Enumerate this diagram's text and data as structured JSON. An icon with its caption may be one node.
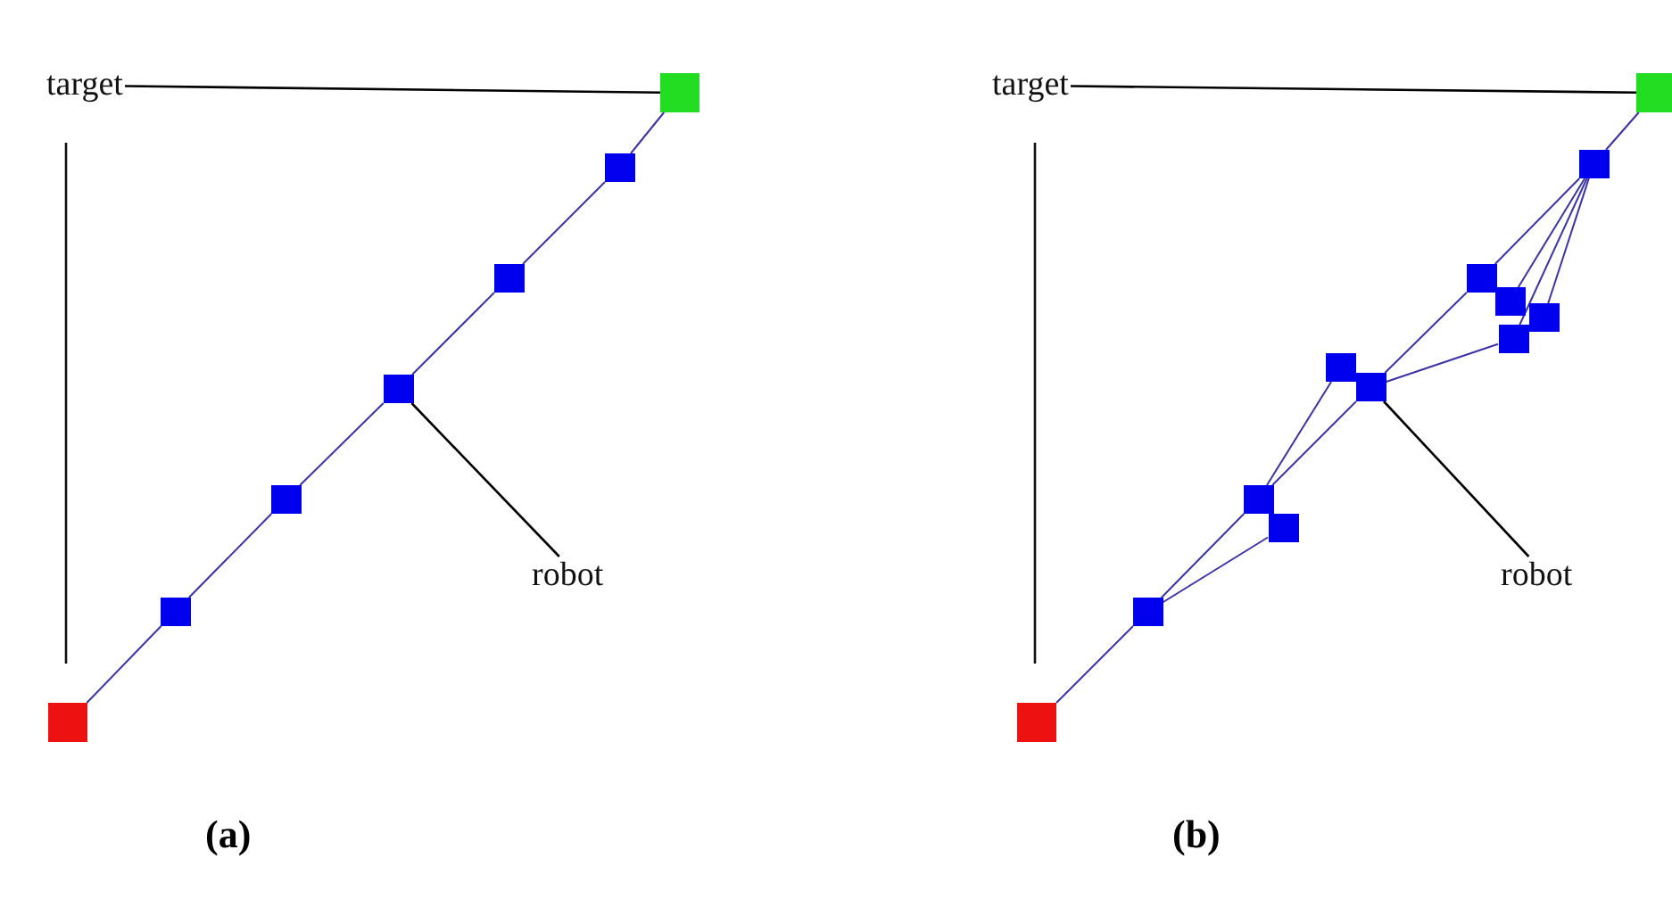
{
  "diagram": {
    "nodes": [
      {
        "text": [
          "target"
        ]
      },
      {
        "text": [
          "robot"
        ]
      },
      {
        "text": [],
        "shape": "box"
      },
      {
        "text": [],
        "shape": "box"
      },
      {
        "text": [],
        "shape": "box"
      },
      {
        "text": [],
        "shape": "box"
      },
      {
        "text": [],
        "shape": "box"
      },
      {
        "text": [],
        "shape": "box"
      },
      {
        "text": [],
        "shape": "box"
      },
      {
        "text": [
          "target"
        ]
      },
      {
        "text": [
          "robot"
        ]
      },
      {
        "text": [],
        "shape": "box"
      },
      {
        "text": [],
        "shape": "box"
      },
      {
        "text": [],
        "shape": "box"
      },
      {
        "text": [],
        "shape": "box"
      },
      {
        "text": [],
        "shape": "box"
      },
      {
        "text": [],
        "shape": "box"
      },
      {
        "text": [],
        "shape": "box"
      },
      {
        "text": [],
        "shape": "box"
      },
      {
        "text": [],
        "shape": "box"
      },
      {
        "text": [],
        "shape": "box"
      },
      {
        "text": [],
        "shape": "box"
      },
      {
        "text": [],
        "shape": "box"
      }
    ],
    "edges": [
      {
        "from": 0,
        "to": 2,
        "arrow": "none",
        "color": "#000000"
      },
      {
        "from": 1,
        "to": 5,
        "arrow": "none",
        "color": "#000000"
      },
      {
        "from": 2,
        "to": 3,
        "arrow": "none"
      },
      {
        "from": 3,
        "to": 4,
        "arrow": "none"
      },
      {
        "from": 4,
        "to": 5,
        "arrow": "none"
      },
      {
        "from": 5,
        "to": 6,
        "arrow": "none"
      },
      {
        "from": 6,
        "to": 7,
        "arrow": "none"
      },
      {
        "from": 7,
        "to": 8,
        "arrow": "none"
      },
      {
        "from": 9,
        "to": 11,
        "arrow": "none",
        "color": "#000000"
      },
      {
        "from": 10,
        "to": 18,
        "arrow": "none",
        "color": "#000000"
      },
      {
        "from": 11,
        "to": 12,
        "arrow": "none"
      },
      {
        "from": 12,
        "to": 13,
        "arrow": "none"
      },
      {
        "from": 12,
        "to": 14,
        "arrow": "none"
      },
      {
        "from": 12,
        "to": 15,
        "arrow": "none"
      },
      {
        "from": 12,
        "to": 16,
        "arrow": "none"
      },
      {
        "from": 13,
        "to": 18,
        "arrow": "none"
      },
      {
        "from": 16,
        "to": 18,
        "arrow": "none"
      },
      {
        "from": 17,
        "to": 19,
        "arrow": "none"
      },
      {
        "from": 18,
        "to": 19,
        "arrow": "none"
      },
      {
        "from": 19,
        "to": 21,
        "arrow": "none"
      },
      {
        "from": 20,
        "to": 21,
        "arrow": "none"
      },
      {
        "from": 21,
        "to": 22,
        "arrow": "none"
      }
    ],
    "labels": [
      "(a)",
      "(b)"
    ]
  }
}
